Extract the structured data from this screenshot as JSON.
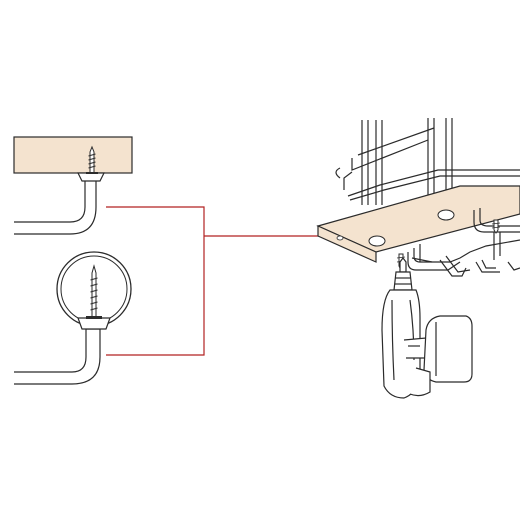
{
  "illustration": {
    "subject": "installation-diagram",
    "colors": {
      "background": "#ffffff",
      "wood": "#f4e3cf",
      "outline": "#2b2b2b",
      "connector": "#b22222",
      "hardware_fill": "#ffffff"
    },
    "panels": [
      {
        "id": "detail-wood-mount",
        "icon": "screw-into-board-icon"
      },
      {
        "id": "detail-tube-mount",
        "icon": "screw-into-tube-icon"
      },
      {
        "id": "main-view",
        "icon": "rack-under-shelf-icon"
      },
      {
        "id": "tool",
        "icon": "power-drill-icon"
      }
    ]
  }
}
